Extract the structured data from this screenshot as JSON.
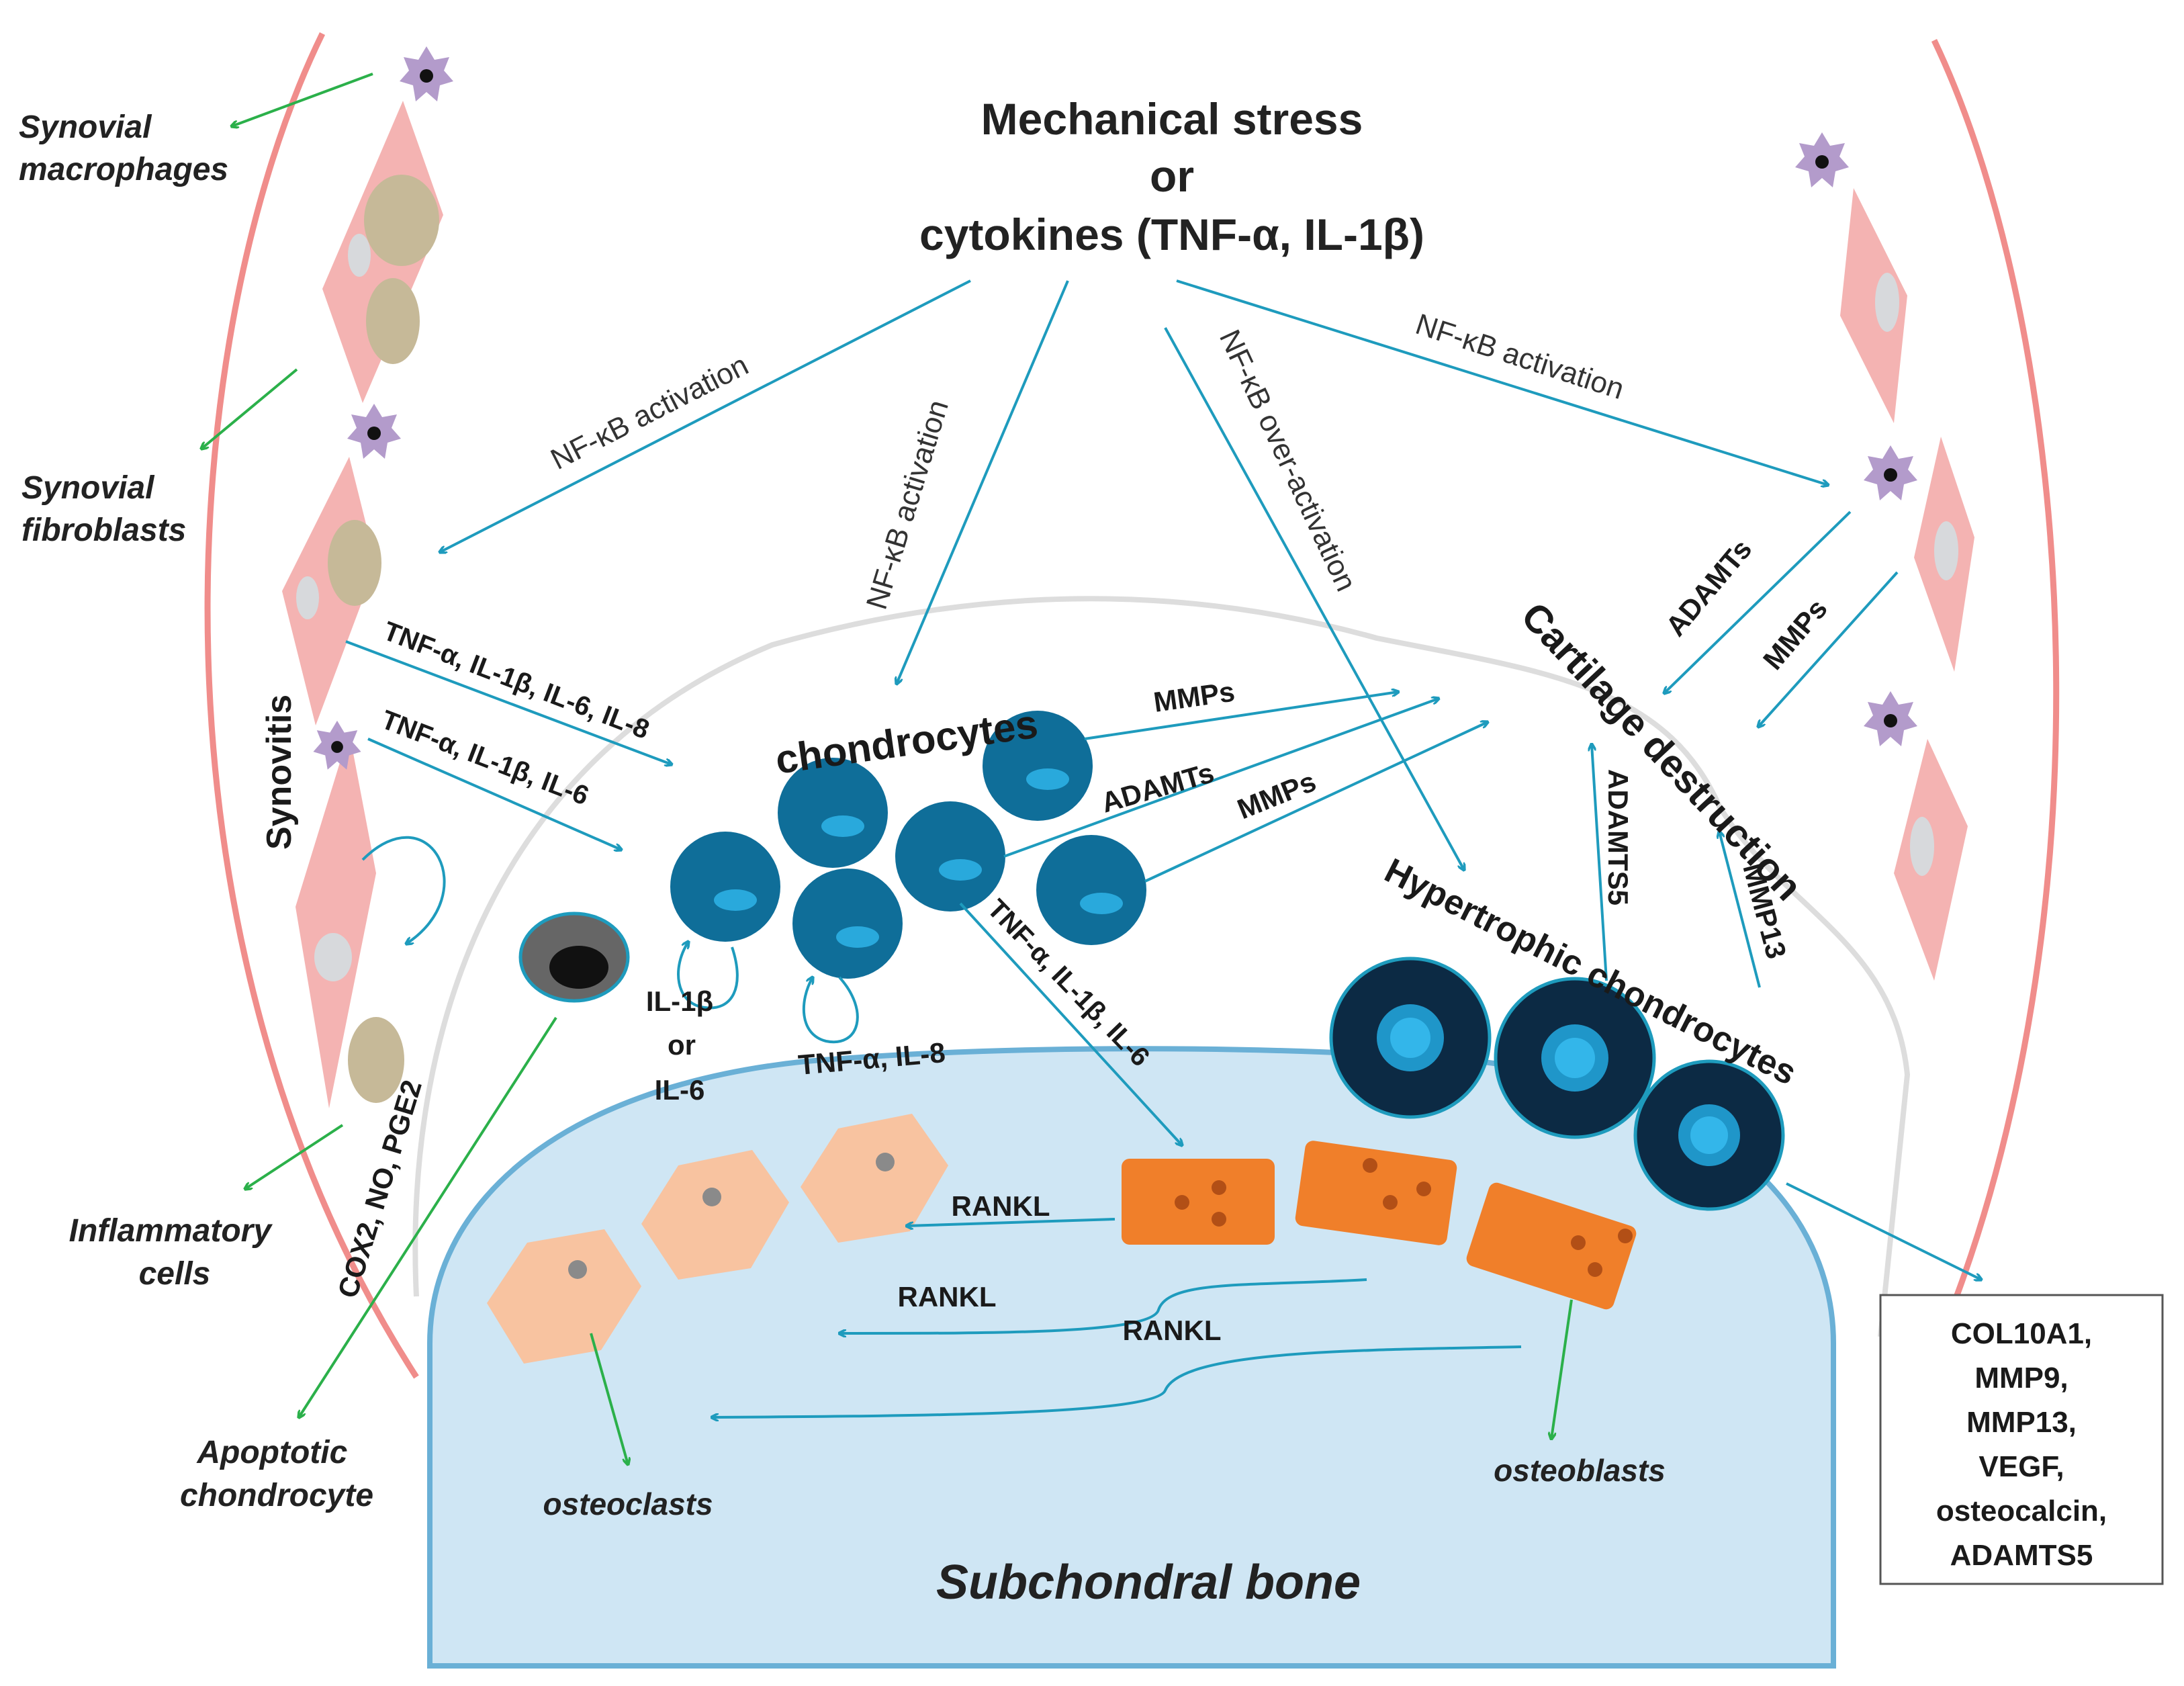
{
  "title": {
    "line1": "Mechanical stress",
    "line2": "or",
    "line3": "cytokines (TNF-α, IL-1β)"
  },
  "labels": {
    "synovial_macrophages_1": "Synovial",
    "synovial_macrophages_2": "macrophages",
    "synovial_fibroblasts_1": "Synovial",
    "synovial_fibroblasts_2": "fibroblasts",
    "synovitis": "Synovitis",
    "inflammatory_cells_1": "Inflammatory",
    "inflammatory_cells_2": "cells",
    "apoptotic_1": "Apoptotic",
    "apoptotic_2": "chondrocyte",
    "osteoclasts": "osteoclasts",
    "osteoblasts": "osteoblasts",
    "subchondral_bone": "Subchondral bone",
    "chondrocytes": "chondrocytes",
    "hypertrophic_chondrocytes": "Hypertrophic chondrocytes",
    "cartilage_destruction": "Cartilage destruction"
  },
  "arrows": {
    "nfkb_left": "NF-κB activation",
    "nfkb_center": "NF-κB activation",
    "nfkb_over": "NF-κB  over-activation",
    "nfkb_right": "NF-κB activation",
    "tnf_il8": "TNF-α, IL-1β, IL-6, IL-8",
    "tnf_il6": "TNF-α, IL-1β, IL-6",
    "il1b": "IL-1β",
    "or": "or",
    "il6": "IL-6",
    "tnf_il8_loop": "TNF-α, IL-8",
    "tnf_down": "TNF-α, IL-1β, IL-6",
    "mmps_1": "MMPs",
    "adamts_1": "ADAMTs",
    "mmps_2": "MMPs",
    "adamts_right": "ADAMTs",
    "mmps_right": "MMPs",
    "adamts5": "ADAMTS5",
    "mmp13": "MMP13",
    "cox2": "COX2, NO, PGE2",
    "rankl_1": "RANKL",
    "rankl_2": "RANKL",
    "rankl_3": "RANKL"
  },
  "markers_box": [
    "COL10A1,",
    "MMP9,",
    "MMP13,",
    "VEGF,",
    "osteocalcin,",
    "ADAMTS5"
  ],
  "colors": {
    "arrow_blue": "#1e9bbd",
    "arrow_green": "#2bb04a",
    "synovium": "#f4a9a8",
    "chondrocyte": "#0f6e99",
    "osteoclast": "#f8c3a0",
    "osteoblast": "#f07f2a",
    "bone": "#cfe6f4"
  }
}
